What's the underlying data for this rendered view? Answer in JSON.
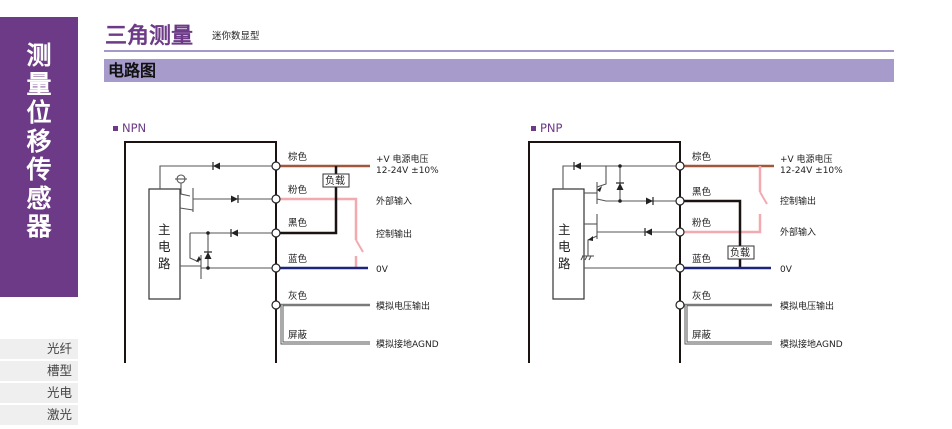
{
  "sidebar": {
    "category_chars": [
      "测",
      "量",
      "位",
      "移",
      "传",
      "感",
      "器"
    ],
    "category": "测量位移传感器",
    "items": [
      {
        "label": "光纤"
      },
      {
        "label": "槽型"
      },
      {
        "label": "光电"
      },
      {
        "label": "激光"
      }
    ]
  },
  "header": {
    "title": "三角测量",
    "subtitle": "迷你数显型"
  },
  "section": {
    "title": "电路图"
  },
  "diagrams": {
    "npn": {
      "label": "NPN",
      "main_circuit": [
        "主",
        "电",
        "路"
      ],
      "load_label": "负载",
      "wires": [
        {
          "color_name": "棕色",
          "function": "+V 电源电压",
          "function2": "12-24V ±10%",
          "color": "#a0573a"
        },
        {
          "color_name": "粉色",
          "function": "外部输入",
          "color": "#f2aab0"
        },
        {
          "color_name": "黑色",
          "function": "控制输出",
          "color": "#1a1311"
        },
        {
          "color_name": "蓝色",
          "function": "0V",
          "color": "#1e237f"
        },
        {
          "color_name": "灰色",
          "function": "模拟电压输出",
          "color": "#7a7a7a"
        },
        {
          "color_name": "屏蔽",
          "function": "模拟接地AGND",
          "color": "#3a3a3a"
        }
      ]
    },
    "pnp": {
      "label": "PNP",
      "main_circuit": [
        "主",
        "电",
        "路"
      ],
      "load_label": "负载",
      "wires": [
        {
          "color_name": "棕色",
          "function": "+V 电源电压",
          "function2": "12-24V ±10%",
          "color": "#a0573a"
        },
        {
          "color_name": "黑色",
          "function": "控制输出",
          "color": "#1a1311"
        },
        {
          "color_name": "粉色",
          "function": "外部输入",
          "color": "#f2aab0"
        },
        {
          "color_name": "蓝色",
          "function": "0V",
          "color": "#1e237f"
        },
        {
          "color_name": "灰色",
          "function": "模拟电压输出",
          "color": "#7a7a7a"
        },
        {
          "color_name": "屏蔽",
          "function": "模拟接地AGND",
          "color": "#3a3a3a"
        }
      ]
    }
  },
  "colors": {
    "brand": "#6c3a86",
    "section_bar": "#a69bca",
    "rule": "#a499c9"
  }
}
